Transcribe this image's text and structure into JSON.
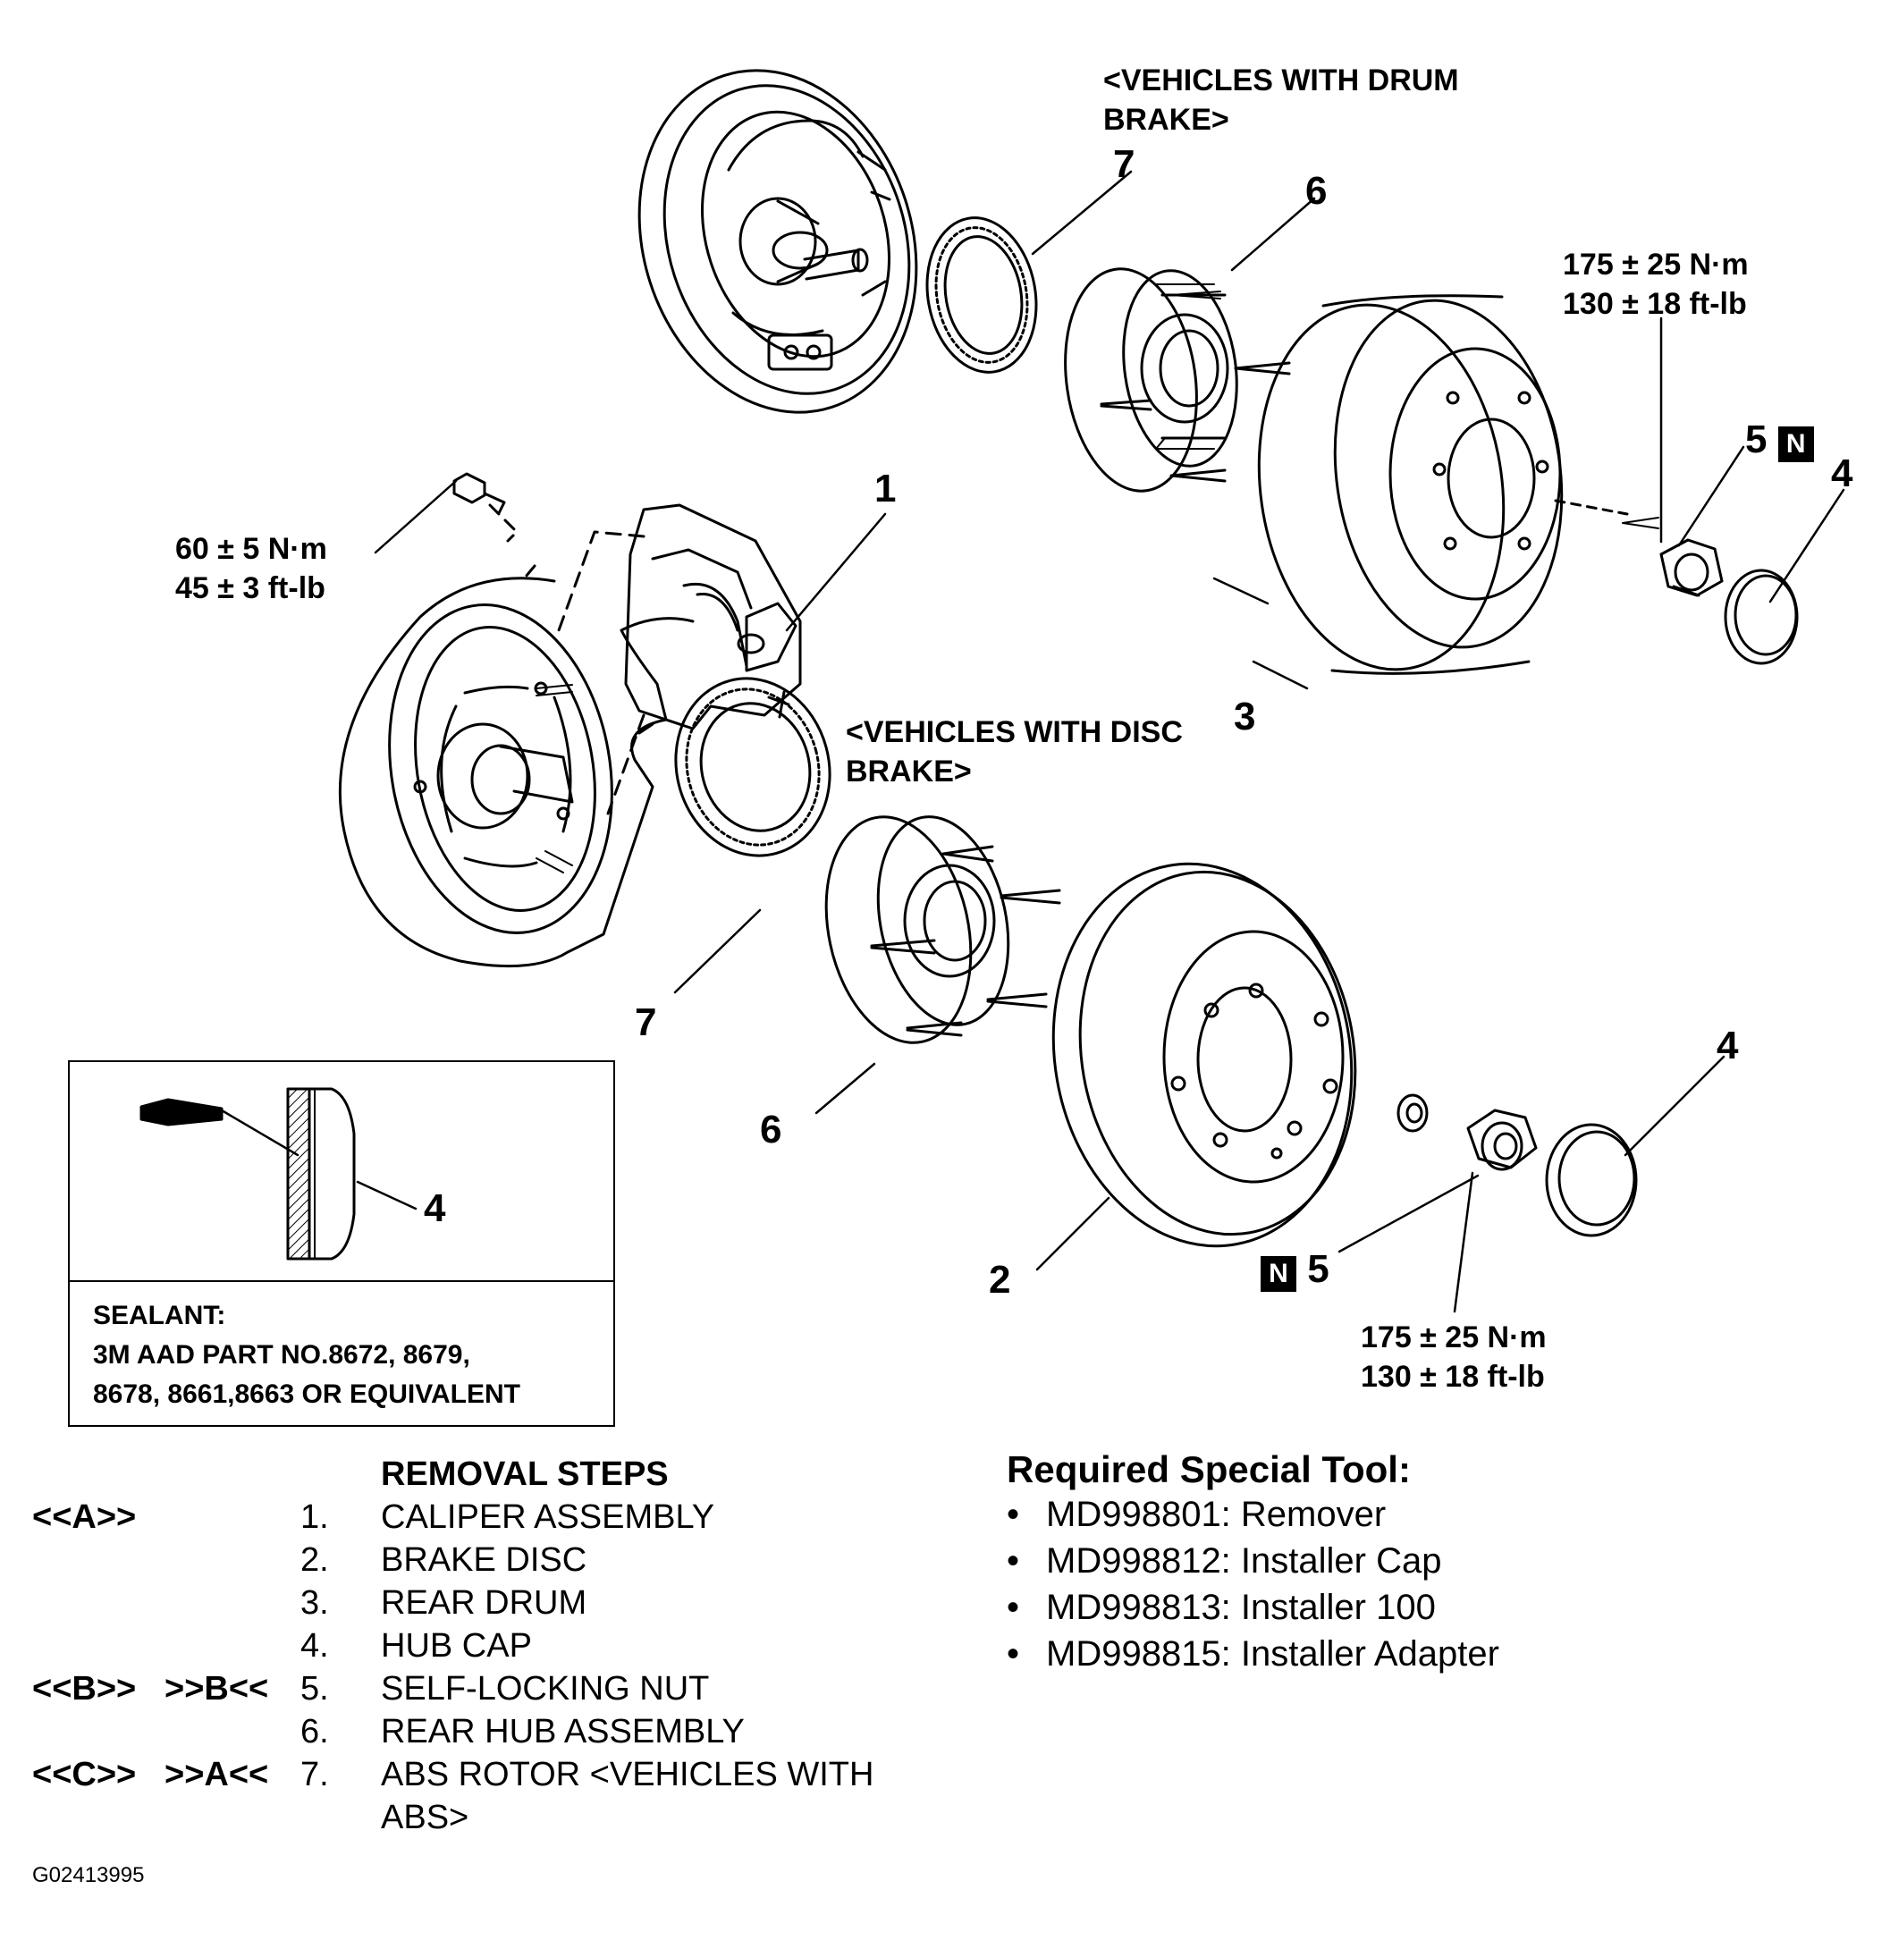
{
  "headers": {
    "drum": [
      "<VEHICLES WITH DRUM",
      "BRAKE>"
    ],
    "disc": [
      "<VEHICLES WITH DISC",
      "BRAKE>"
    ]
  },
  "callouts": {
    "c1": "1",
    "c2": "2",
    "c3": "3",
    "c4_top": "4",
    "c4_bottom": "4",
    "c4_inset": "4",
    "c5_top": "5",
    "c5_bottom": "5",
    "c6_top": "6",
    "c6_bottom": "6",
    "c7_top": "7",
    "c7_bottom": "7",
    "n_symbol": "N"
  },
  "torque": {
    "shield_bolt": [
      "60 ± 5 N·m",
      "45 ± 3 ft-lb"
    ],
    "nut_top": [
      "175 ± 25 N·m",
      "130 ± 18 ft-lb"
    ],
    "nut_bottom": [
      "175 ± 25 N·m",
      "130 ± 18 ft-lb"
    ]
  },
  "sealant": {
    "title": "SEALANT:",
    "lines": [
      "3M AAD PART NO.8672, 8679,",
      "8678, 8661,8663 OR EQUIVALENT"
    ]
  },
  "removal_steps": {
    "title": "REMOVAL STEPS",
    "rows": [
      {
        "ref1": "<<A>>",
        "ref2": "",
        "num": "1.",
        "label": "CALIPER ASSEMBLY"
      },
      {
        "ref1": "",
        "ref2": "",
        "num": "2.",
        "label": "BRAKE DISC"
      },
      {
        "ref1": "",
        "ref2": "",
        "num": "3.",
        "label": "REAR DRUM"
      },
      {
        "ref1": "",
        "ref2": "",
        "num": "4.",
        "label": "HUB CAP"
      },
      {
        "ref1": "<<B>>",
        "ref2": ">>B<<",
        "num": "5.",
        "label": "SELF-LOCKING NUT"
      },
      {
        "ref1": "",
        "ref2": "",
        "num": "6.",
        "label": "REAR HUB ASSEMBLY"
      },
      {
        "ref1": "<<C>>",
        "ref2": ">>A<<",
        "num": "7.",
        "label": "ABS ROTOR <VEHICLES WITH"
      },
      {
        "ref1": "",
        "ref2": "",
        "num": "",
        "label": "ABS>"
      }
    ]
  },
  "special_tools": {
    "title": "Required Special Tool:",
    "items": [
      "MD998801: Remover",
      "MD998812: Installer Cap",
      "MD998813: Installer 100",
      "MD998815: Installer Adapter"
    ]
  },
  "figure_id": "G02413995"
}
